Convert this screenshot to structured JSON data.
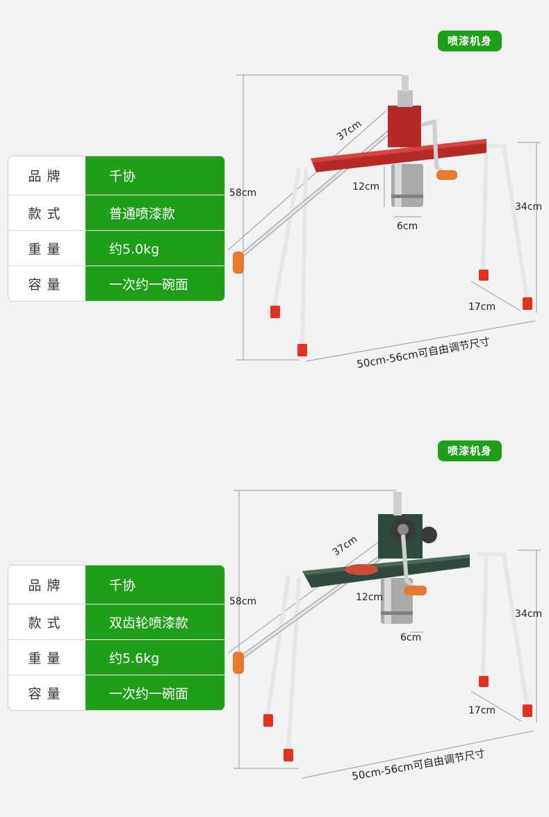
{
  "products": [
    {
      "badge": "喷漆机身",
      "specs": [
        {
          "key": "品牌",
          "value": "千协"
        },
        {
          "key": "款式",
          "value": "普通喷漆款"
        },
        {
          "key": "重量",
          "value": "约5.0kg"
        },
        {
          "key": "容量",
          "value": "一次约一碗面"
        }
      ],
      "dims": {
        "height": "58cm",
        "arm": "37cm",
        "barrel_h": "12cm",
        "barrel_w": "6cm",
        "leg_h": "34cm",
        "depth": "17cm",
        "width": "50cm-56cm可自由调节尺寸"
      },
      "body_color": "#b52a27"
    },
    {
      "badge": "喷漆机身",
      "specs": [
        {
          "key": "品牌",
          "value": "千协"
        },
        {
          "key": "款式",
          "value": "双齿轮喷漆款"
        },
        {
          "key": "重量",
          "value": "约5.6kg"
        },
        {
          "key": "容量",
          "value": "一次约一碗面"
        }
      ],
      "dims": {
        "height": "58cm",
        "arm": "37cm",
        "barrel_h": "12cm",
        "barrel_w": "6cm",
        "leg_h": "34cm",
        "depth": "17cm",
        "width": "50cm-56cm可自由调节尺寸"
      },
      "body_color": "#2f4a3c"
    }
  ],
  "colors": {
    "accent": "#1f9e1a",
    "handle": "#e8782a",
    "foot": "#e0321e"
  }
}
